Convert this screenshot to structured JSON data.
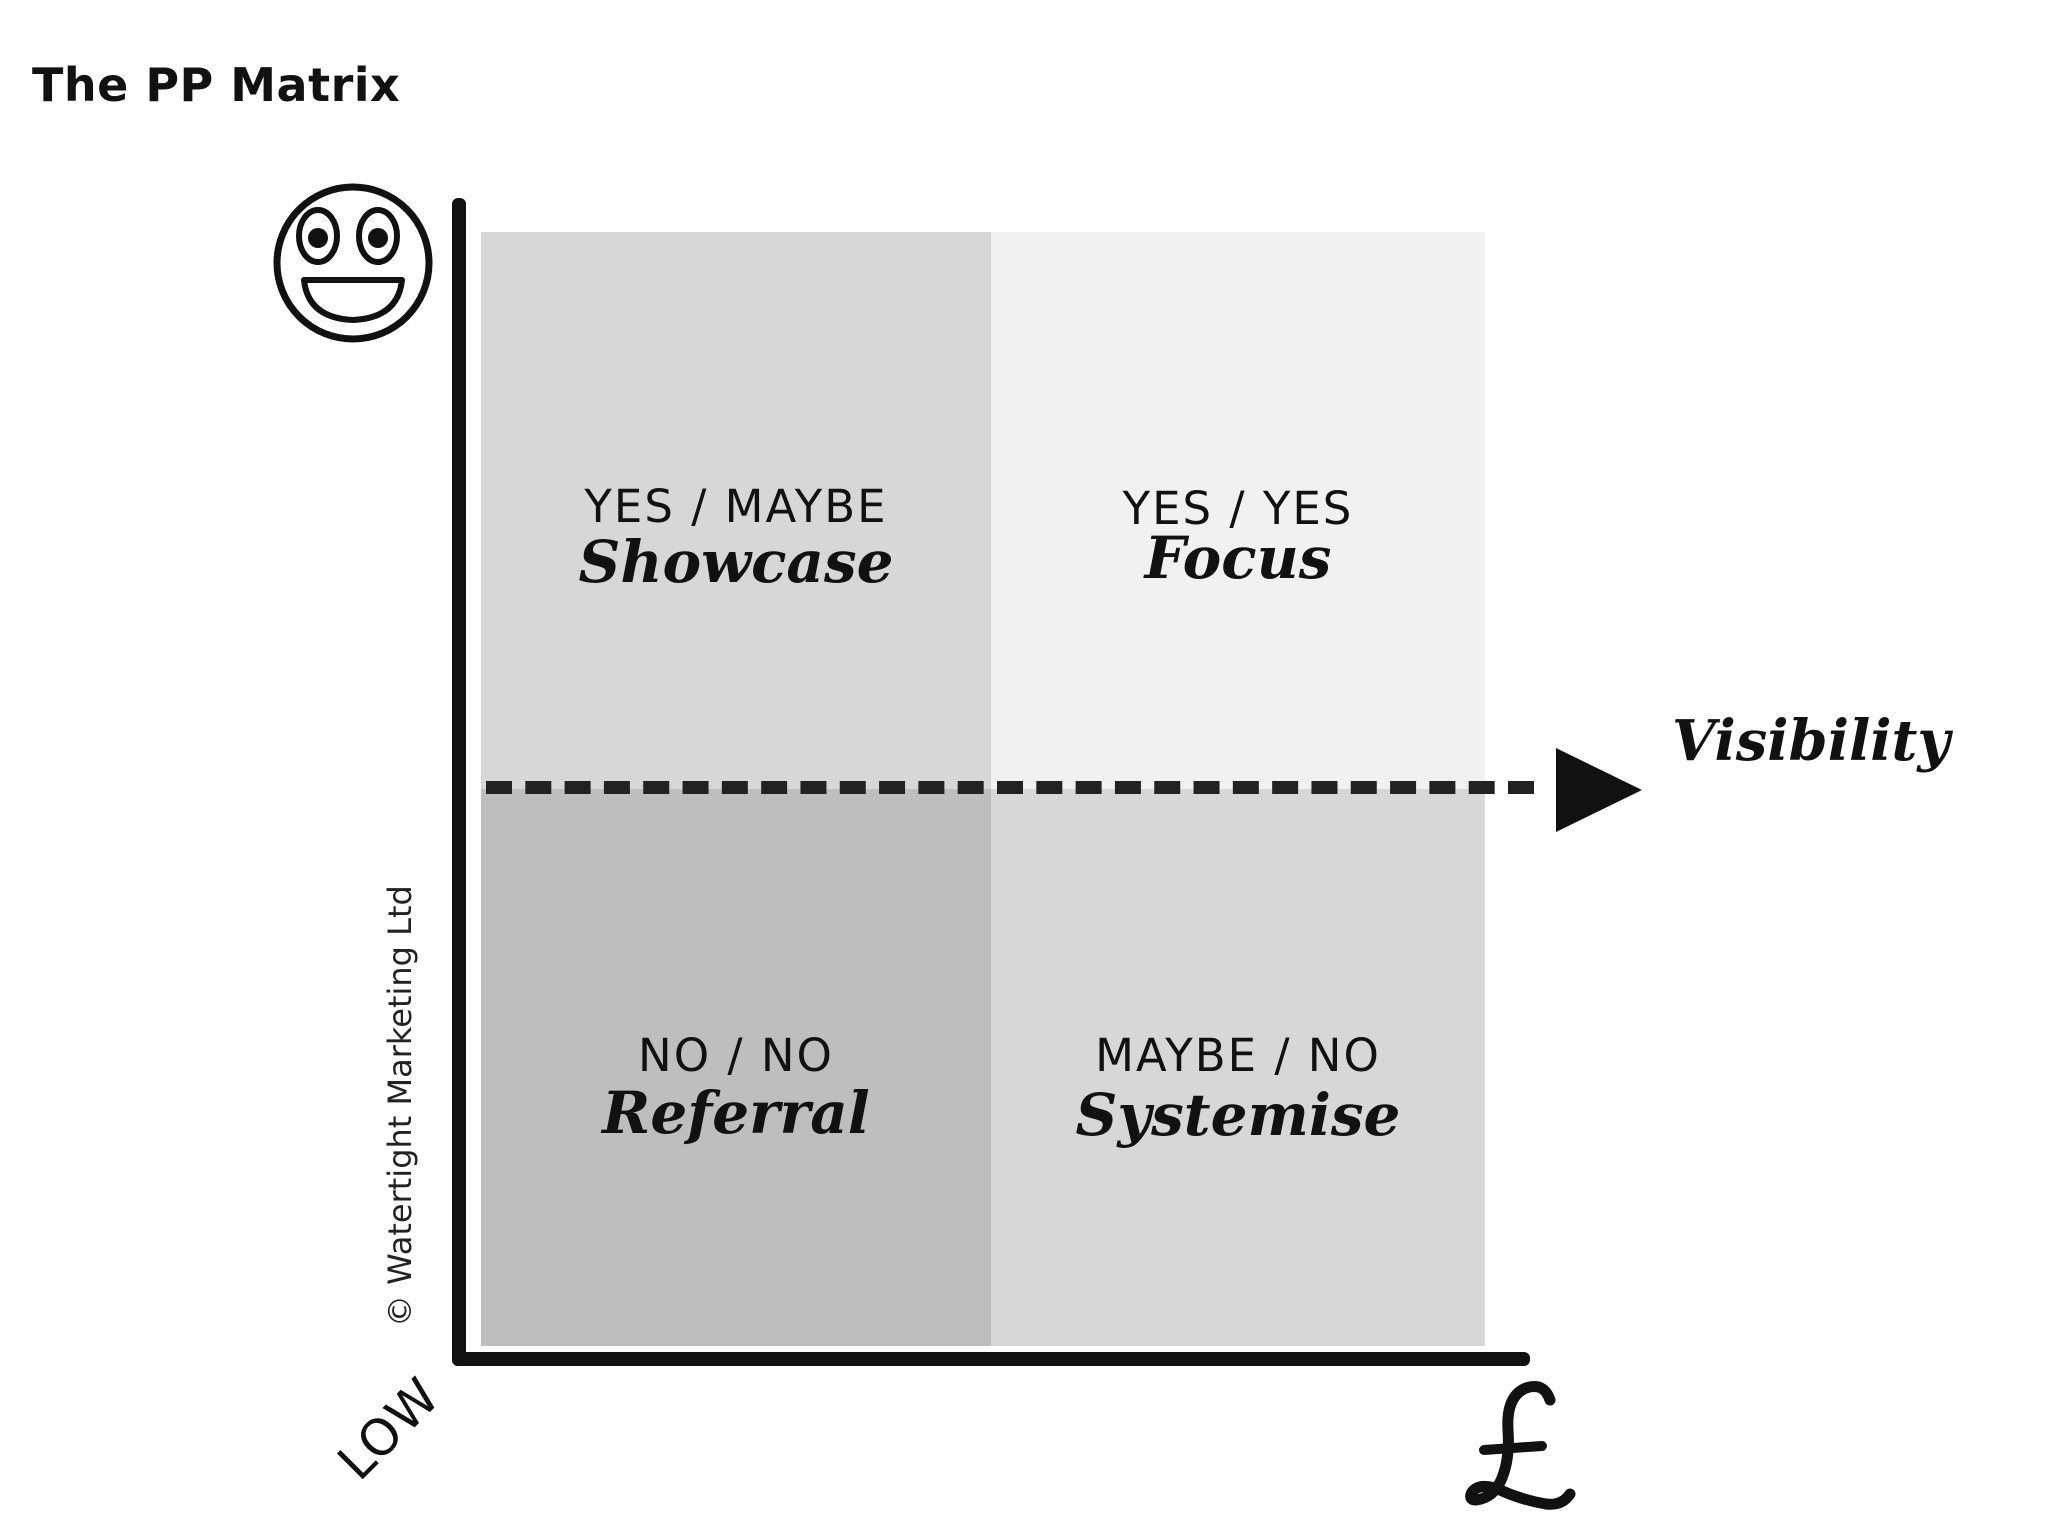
{
  "title": "The PP Matrix",
  "quadrants": [
    {
      "position": "top-left",
      "answer": "YES / MAYBE",
      "strategy": "Showcase",
      "color": "#d7d7d7"
    },
    {
      "position": "top-right",
      "answer": "YES / YES",
      "strategy": "Focus",
      "color": "#f1f1f1"
    },
    {
      "position": "bottom-left",
      "answer": "NO / NO",
      "strategy": "Referral",
      "color": "#bebebe"
    },
    {
      "position": "bottom-right",
      "answer": "MAYBE / NO",
      "strategy": "Systemise",
      "color": "#d7d7d7"
    }
  ],
  "axes": {
    "arrow_label": "Visibility",
    "origin_label": "LOW",
    "y_axis_icon": "smiley-face-icon",
    "x_axis_icon": "pound-sign-icon"
  },
  "copyright": "© Watertight Marketing Ltd"
}
